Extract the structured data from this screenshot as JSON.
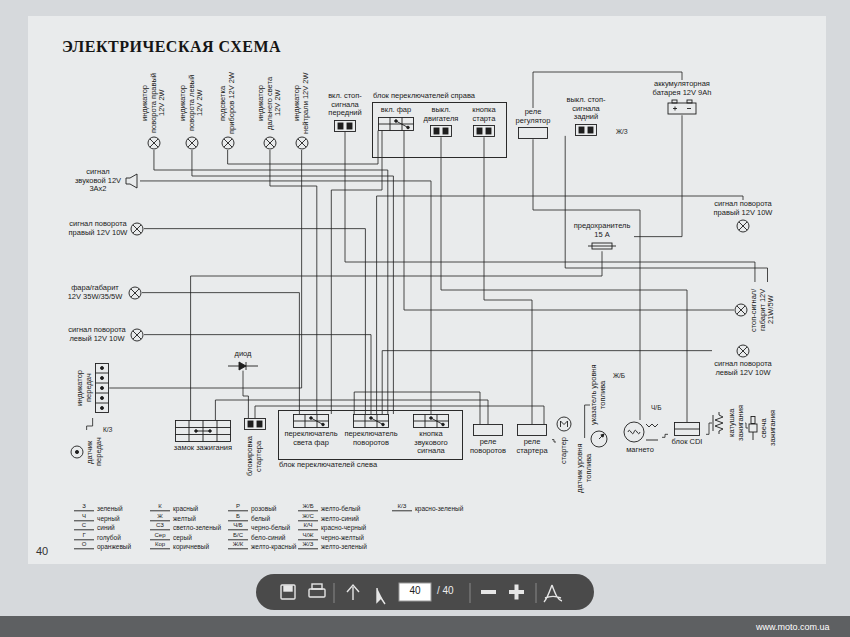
{
  "diagram": {
    "title": "ЭЛЕКТРИЧЕСКАЯ СХЕМА",
    "nodes": [
      {
        "text": [
          "индикатор поворота правый 12V 2W"
        ]
      },
      {
        "text": [
          "индикатор поворота левый 12V 2W"
        ]
      },
      {
        "text": [
          "подсветка приборов 12V 2W"
        ]
      },
      {
        "text": [
          "индикатор дальнего света 12V 2W"
        ]
      },
      {
        "text": [
          "индикатор нейтрали 12V 2W"
        ]
      },
      {
        "text": [
          "вкл. стоп-сигнала передний"
        ]
      },
      {
        "text": [
          "блок переключателей справа"
        ]
      },
      {
        "text": [
          "вкл. фар"
        ],
        "in": 6
      },
      {
        "text": [
          "выкл. двигателя"
        ],
        "in": 6
      },
      {
        "text": [
          "кнопка старта"
        ],
        "in": 6
      },
      {
        "text": [
          "реле регулятор"
        ]
      },
      {
        "text": [
          "выкл. стоп-сигнала задний"
        ]
      },
      {
        "text": [
          "аккумуляторная батарея 12V 9Ah"
        ]
      },
      {
        "text": [
          "сигнал звуковой 12V 3Ax2"
        ]
      },
      {
        "text": [
          "сигнал поворота правый 12V 10W"
        ]
      },
      {
        "text": [
          "фара/габарит 12V 35W/35/5W"
        ]
      },
      {
        "text": [
          "сигнал поворота левый 12V 10W"
        ]
      },
      {
        "text": [
          "индикатор передач"
        ]
      },
      {
        "text": [
          "датчик передач"
        ]
      },
      {
        "text": [
          "диод"
        ]
      },
      {
        "text": [
          "предохранитель 15 A"
        ]
      },
      {
        "text": [
          "сигнал поворота правый 12V 10W"
        ]
      },
      {
        "text": [
          "стоп-сигнал/габарит 12V 21W/5W"
        ]
      },
      {
        "text": [
          "сигнал поворота левый 12V 10W"
        ]
      },
      {
        "text": [
          "замок зажигания"
        ]
      },
      {
        "text": [
          "блокировка стартера"
        ]
      },
      {
        "text": [
          "блок переключателей слева"
        ]
      },
      {
        "text": [
          "переключатель света фар"
        ],
        "in": 26
      },
      {
        "text": [
          "переключатель поворотов"
        ],
        "in": 26
      },
      {
        "text": [
          "кнопка звукового сигнала"
        ],
        "in": 26
      },
      {
        "text": [
          "реле поворотов"
        ]
      },
      {
        "text": [
          "реле стартера"
        ]
      },
      {
        "text": [
          "стартер"
        ]
      },
      {
        "text": [
          "датчик уровня топлива"
        ]
      },
      {
        "text": [
          "указатель уровня топлива"
        ]
      },
      {
        "text": [
          "магнето"
        ]
      },
      {
        "text": [
          "блок CDI"
        ]
      },
      {
        "text": [
          "катушка зажигания"
        ]
      },
      {
        "text": [
          "свеча зажигания"
        ]
      }
    ],
    "edges": [
      {
        "from": 12,
        "to": 20,
        "arrow": "none"
      },
      {
        "from": 20,
        "to": 24,
        "arrow": "none"
      },
      {
        "from": 10,
        "to": 12,
        "arrow": "none"
      },
      {
        "from": 24,
        "to": 30,
        "arrow": "none"
      },
      {
        "from": 30,
        "to": 28,
        "arrow": "none"
      },
      {
        "from": 28,
        "to": 14,
        "arrow": "none"
      },
      {
        "from": 28,
        "to": 16,
        "arrow": "none"
      },
      {
        "from": 28,
        "to": 21,
        "arrow": "none"
      },
      {
        "from": 28,
        "to": 23,
        "arrow": "none"
      },
      {
        "from": 28,
        "to": 0,
        "arrow": "none"
      },
      {
        "from": 28,
        "to": 1,
        "arrow": "none"
      },
      {
        "from": 27,
        "to": 15,
        "arrow": "none"
      },
      {
        "from": 27,
        "to": 3,
        "arrow": "none"
      },
      {
        "from": 7,
        "to": 27,
        "arrow": "none"
      },
      {
        "from": 7,
        "to": 2,
        "arrow": "none"
      },
      {
        "from": 7,
        "to": 22,
        "arrow": "none"
      },
      {
        "from": 29,
        "to": 13,
        "arrow": "none"
      },
      {
        "from": 9,
        "to": 31,
        "arrow": "none"
      },
      {
        "from": 31,
        "to": 32,
        "arrow": "none"
      },
      {
        "from": 25,
        "to": 31,
        "arrow": "none"
      },
      {
        "from": 5,
        "to": 22,
        "arrow": "none"
      },
      {
        "from": 11,
        "to": 22,
        "arrow": "none"
      },
      {
        "from": 8,
        "to": 36,
        "arrow": "none"
      },
      {
        "from": 35,
        "to": 36,
        "arrow": "none"
      },
      {
        "from": 36,
        "to": 37,
        "arrow": "none"
      },
      {
        "from": 37,
        "to": 38,
        "arrow": "none"
      },
      {
        "from": 33,
        "to": 34,
        "arrow": "none"
      },
      {
        "from": 18,
        "to": 17,
        "arrow": "none"
      },
      {
        "from": 17,
        "to": 4,
        "arrow": "none"
      },
      {
        "from": 19,
        "to": 25,
        "arrow": "none"
      },
      {
        "from": 35,
        "to": 10,
        "arrow": "none"
      }
    ],
    "labels": [
      "40",
      "40",
      "/ 40",
      "www.moto.com.ua",
      "З",
      "Ч",
      "С",
      "Г",
      "О",
      "К",
      "Ж",
      "СЗ",
      "Сер",
      "Кор",
      "Р",
      "Б",
      "Ч/Б",
      "Б/С",
      "Ж/К",
      "Ж/Б",
      "Ж/С",
      "К/Ч",
      "Ч/Ж",
      "Ж/З",
      "К/З",
      "Ж/Б",
      "Ч/Б",
      "К/З",
      "Ж/З"
    ],
    "legend": [
      {
        "text": "зеленый"
      },
      {
        "text": "черный"
      },
      {
        "text": "синий"
      },
      {
        "text": "голубой"
      },
      {
        "text": "оранжевый"
      },
      {
        "text": "красный"
      },
      {
        "text": "желтый"
      },
      {
        "text": "светло-зеленый"
      },
      {
        "text": "серый"
      },
      {
        "text": "коричневый"
      },
      {
        "text": "розовый"
      },
      {
        "text": "белый"
      },
      {
        "text": "черно-белый"
      },
      {
        "text": "бело-синий"
      },
      {
        "text": "желто-красный"
      },
      {
        "text": "желто-белый"
      },
      {
        "text": "желто-синий"
      },
      {
        "text": "красно-черный"
      },
      {
        "text": "черно-желтый"
      },
      {
        "text": "желто-зеленый"
      },
      {
        "text": "красно-зеленый"
      }
    ]
  }
}
